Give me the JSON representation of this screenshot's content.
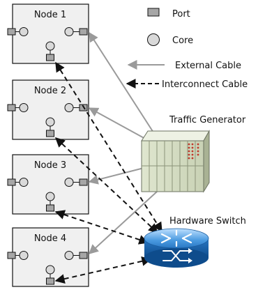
{
  "nodes": [
    {
      "label": "Node 1"
    },
    {
      "label": "Node 2"
    },
    {
      "label": "Node 3"
    },
    {
      "label": "Node 4"
    }
  ],
  "legend": {
    "port": "Port",
    "core": "Core",
    "external_cable": "External Cable",
    "interconnect_cable": "Interconnect Cable"
  },
  "devices": {
    "traffic_generator": "Traffic Generator",
    "hardware_switch": "Hardware Switch"
  },
  "colors": {
    "node_fill": "#f0f0f0",
    "port_fill": "#a6a6a6",
    "core_fill": "#d9d9d9",
    "external_cable": "#9a9a9a",
    "interconnect_cable": "#111111",
    "switch_blue": "#1f6bb0"
  }
}
